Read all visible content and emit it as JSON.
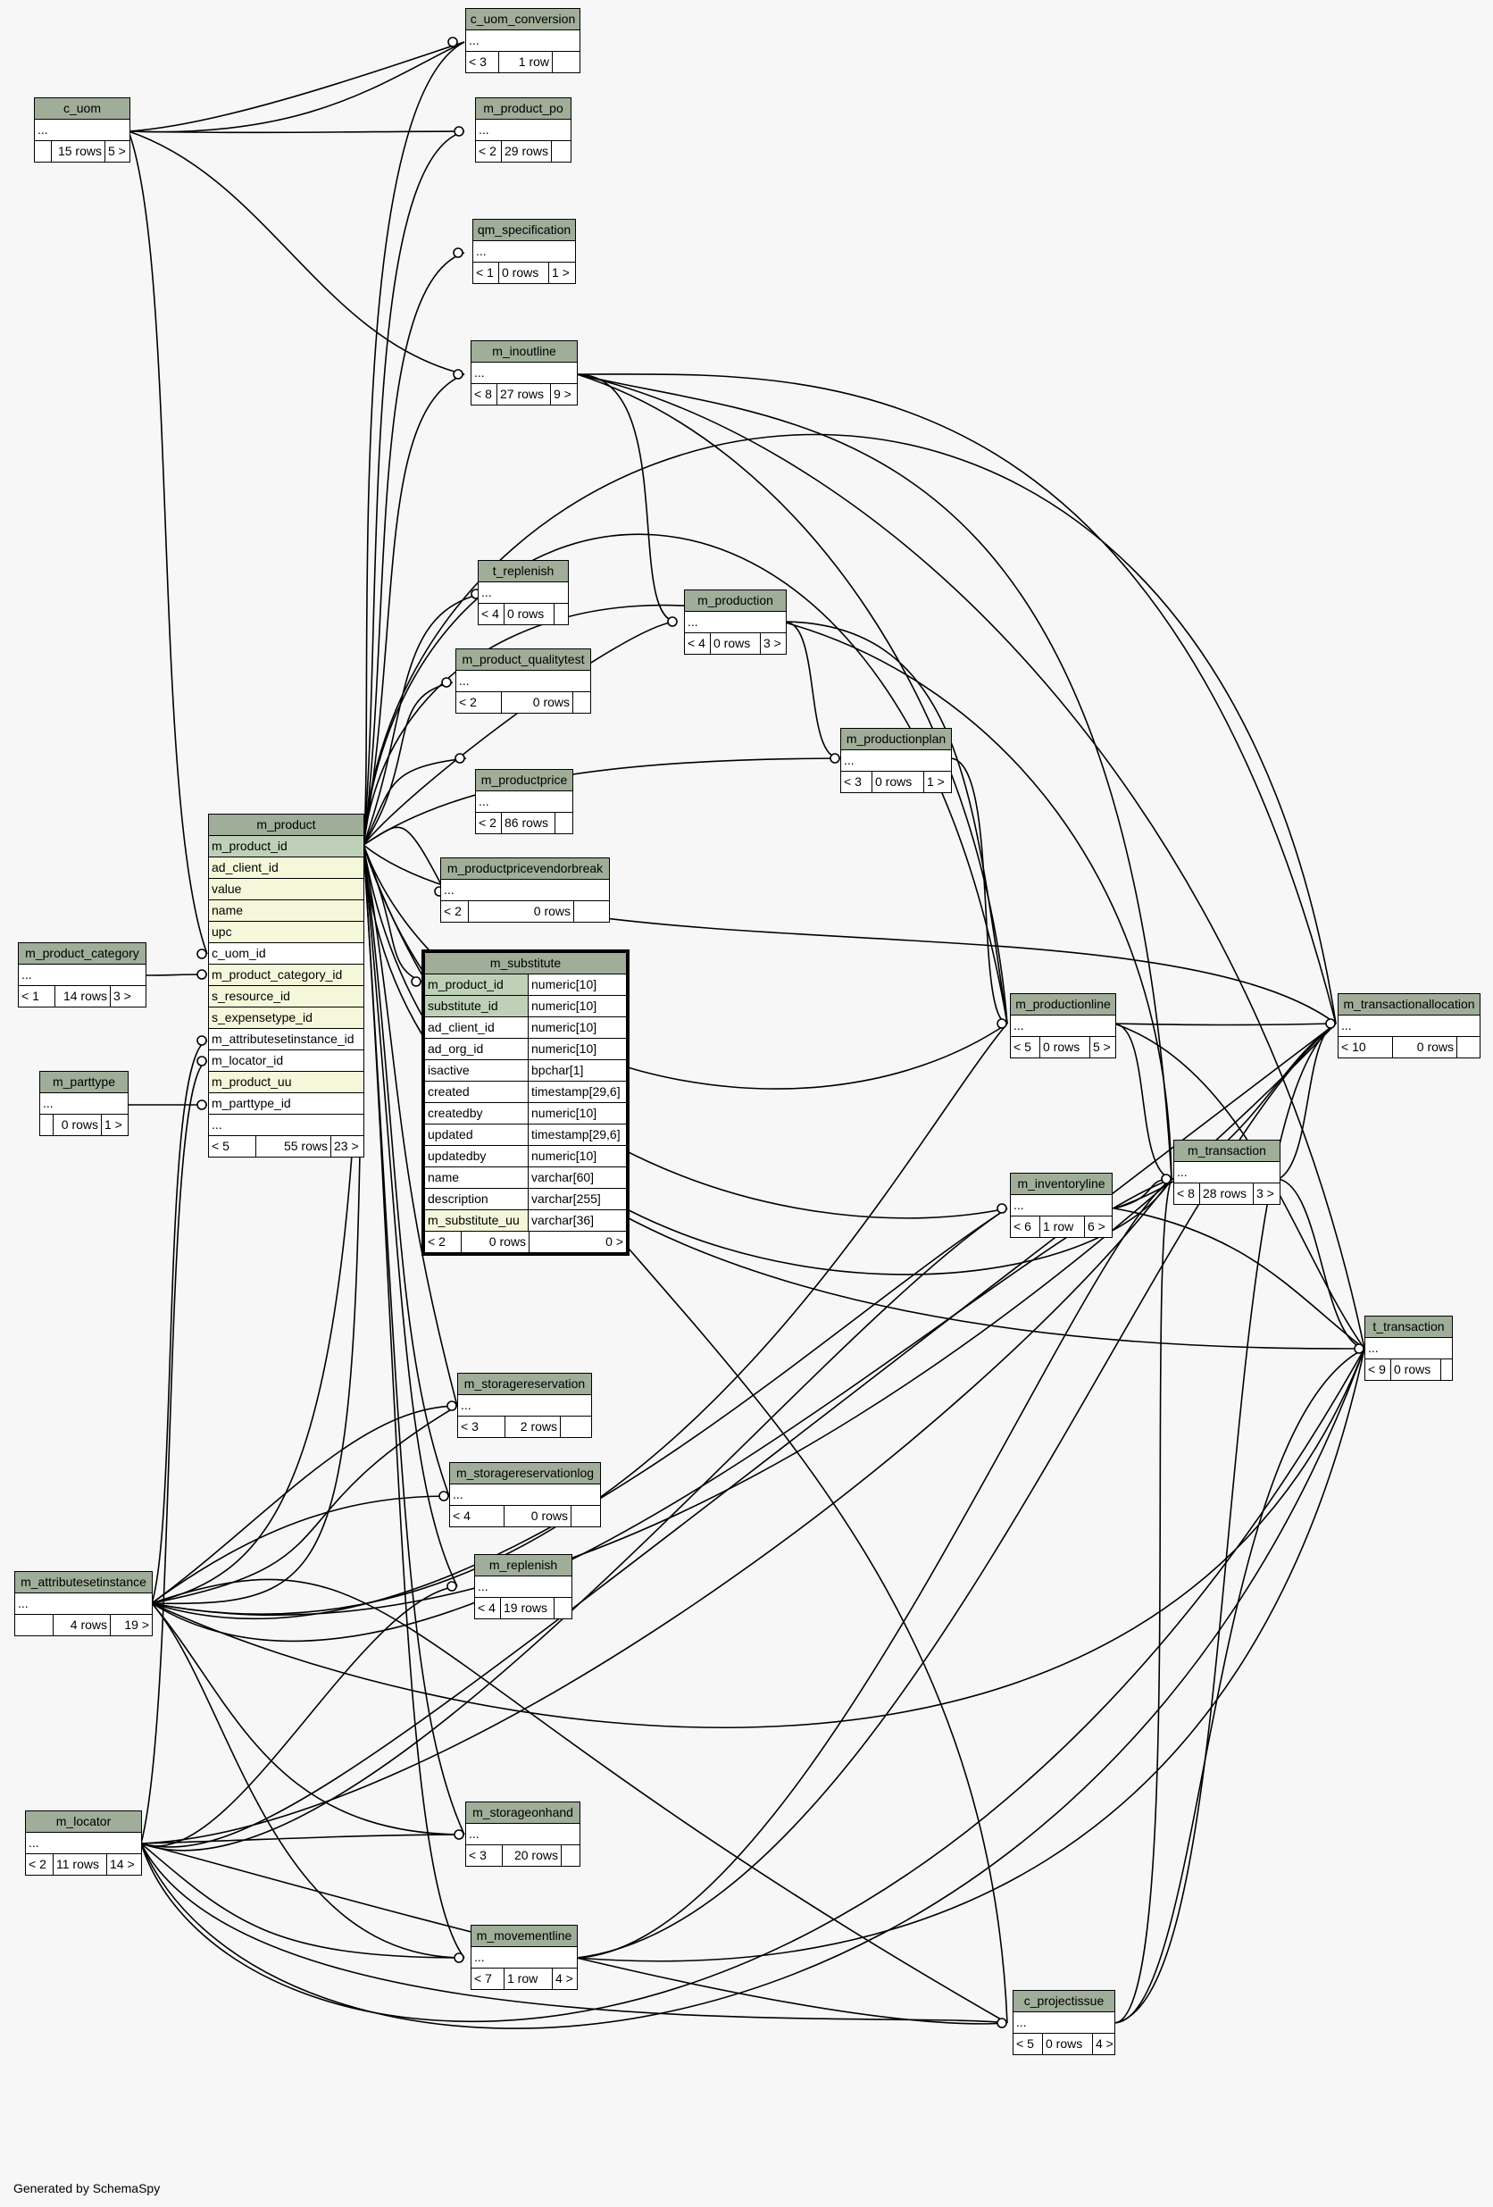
{
  "footer": "Generated by SchemaSpy",
  "tables": {
    "c_uom_conversion": {
      "name": "c_uom_conversion",
      "body": "...",
      "parents": "< 3",
      "rows": "1 row",
      "children": ""
    },
    "c_uom": {
      "name": "c_uom",
      "body": "...",
      "parents": "",
      "rows": "15 rows",
      "children": "5 >"
    },
    "m_product_po": {
      "name": "m_product_po",
      "body": "...",
      "parents": "< 2",
      "rows": "29 rows",
      "children": ""
    },
    "qm_specification": {
      "name": "qm_specification",
      "body": "...",
      "parents": "< 1",
      "rows": "0 rows",
      "children": "1 >"
    },
    "m_inoutline": {
      "name": "m_inoutline",
      "body": "...",
      "parents": "< 8",
      "rows": "27 rows",
      "children": "9 >"
    },
    "t_replenish": {
      "name": "t_replenish",
      "body": "...",
      "parents": "< 4",
      "rows": "0 rows",
      "children": ""
    },
    "m_production": {
      "name": "m_production",
      "body": "...",
      "parents": "< 4",
      "rows": "0 rows",
      "children": "3 >"
    },
    "m_product_qualitytest": {
      "name": "m_product_qualitytest",
      "body": "...",
      "parents": "< 2",
      "rows": "0 rows",
      "children": ""
    },
    "m_productionplan": {
      "name": "m_productionplan",
      "body": "...",
      "parents": "< 3",
      "rows": "0 rows",
      "children": "1 >"
    },
    "m_productprice": {
      "name": "m_productprice",
      "body": "...",
      "parents": "< 2",
      "rows": "86 rows",
      "children": ""
    },
    "m_productpricevendorbreak": {
      "name": "m_productpricevendorbreak",
      "body": "...",
      "parents": "< 2",
      "rows": "0 rows",
      "children": ""
    },
    "m_product_category": {
      "name": "m_product_category",
      "body": "...",
      "parents": "< 1",
      "rows": "14 rows",
      "children": "3 >"
    },
    "m_parttype": {
      "name": "m_parttype",
      "body": "...",
      "parents": "",
      "rows": "0 rows",
      "children": "1 >"
    },
    "m_productionline": {
      "name": "m_productionline",
      "body": "...",
      "parents": "< 5",
      "rows": "0 rows",
      "children": "5 >"
    },
    "m_transactionallocation": {
      "name": "m_transactionallocation",
      "body": "...",
      "parents": "< 10",
      "rows": "0 rows",
      "children": ""
    },
    "m_transaction": {
      "name": "m_transaction",
      "body": "...",
      "parents": "< 8",
      "rows": "28 rows",
      "children": "3 >"
    },
    "m_inventoryline": {
      "name": "m_inventoryline",
      "body": "...",
      "parents": "< 6",
      "rows": "1 row",
      "children": "6 >"
    },
    "t_transaction": {
      "name": "t_transaction",
      "body": "...",
      "parents": "< 9",
      "rows": "0 rows",
      "children": ""
    },
    "m_storagereservation": {
      "name": "m_storagereservation",
      "body": "...",
      "parents": "< 3",
      "rows": "2 rows",
      "children": ""
    },
    "m_storagereservationlog": {
      "name": "m_storagereservationlog",
      "body": "...",
      "parents": "< 4",
      "rows": "0 rows",
      "children": ""
    },
    "m_attributesetinstance": {
      "name": "m_attributesetinstance",
      "body": "...",
      "parents": "",
      "rows": "4 rows",
      "children": "19 >"
    },
    "m_replenish": {
      "name": "m_replenish",
      "body": "...",
      "parents": "< 4",
      "rows": "19 rows",
      "children": ""
    },
    "m_locator": {
      "name": "m_locator",
      "body": "...",
      "parents": "< 2",
      "rows": "11 rows",
      "children": "14 >"
    },
    "m_storageonhand": {
      "name": "m_storageonhand",
      "body": "...",
      "parents": "< 3",
      "rows": "20 rows",
      "children": ""
    },
    "m_movementline": {
      "name": "m_movementline",
      "body": "...",
      "parents": "< 7",
      "rows": "1 row",
      "children": "4 >"
    },
    "c_projectissue": {
      "name": "c_projectissue",
      "body": "...",
      "parents": "< 5",
      "rows": "0 rows",
      "children": "4 >"
    }
  },
  "m_product": {
    "name": "m_product",
    "columns": [
      "m_product_id",
      "ad_client_id",
      "value",
      "name",
      "upc",
      "c_uom_id",
      "m_product_category_id",
      "s_resource_id",
      "s_expensetype_id",
      "m_attributesetinstance_id",
      "m_locator_id",
      "m_product_uu",
      "m_parttype_id"
    ],
    "body": "...",
    "parents": "< 5",
    "rows": "55 rows",
    "children": "23 >"
  },
  "m_substitute": {
    "name": "m_substitute",
    "columns": [
      {
        "name": "m_product_id",
        "type": "numeric[10]"
      },
      {
        "name": "substitute_id",
        "type": "numeric[10]"
      },
      {
        "name": "ad_client_id",
        "type": "numeric[10]"
      },
      {
        "name": "ad_org_id",
        "type": "numeric[10]"
      },
      {
        "name": "isactive",
        "type": "bpchar[1]"
      },
      {
        "name": "created",
        "type": "timestamp[29,6]"
      },
      {
        "name": "createdby",
        "type": "numeric[10]"
      },
      {
        "name": "updated",
        "type": "timestamp[29,6]"
      },
      {
        "name": "updatedby",
        "type": "numeric[10]"
      },
      {
        "name": "name",
        "type": "varchar[60]"
      },
      {
        "name": "description",
        "type": "varchar[255]"
      },
      {
        "name": "m_substitute_uu",
        "type": "varchar[36]"
      }
    ],
    "parents": "< 2",
    "rows": "0 rows",
    "children": "0 >"
  }
}
